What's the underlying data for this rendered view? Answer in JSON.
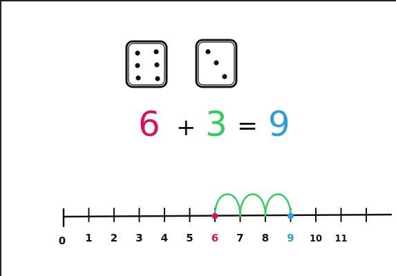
{
  "equation": {
    "addend_a": "6",
    "plus": "+",
    "addend_b": "3",
    "equals": "=",
    "sum": "9"
  },
  "dice": [
    {
      "face": 6
    },
    {
      "face": 3
    }
  ],
  "number_line": {
    "tick_labels": [
      "0",
      "1",
      "2",
      "3",
      "4",
      "5",
      "6",
      "7",
      "8",
      "9",
      "10",
      "11"
    ],
    "start_value": 6,
    "end_value": 9,
    "hops": [
      [
        6,
        7
      ],
      [
        7,
        8
      ],
      [
        8,
        9
      ]
    ]
  },
  "colors": {
    "addend_a": "#d6145e",
    "addend_b": "#2fcf5c",
    "sum": "#2b9fd6",
    "ink": "#111111",
    "hop": "#2fcf5c"
  }
}
